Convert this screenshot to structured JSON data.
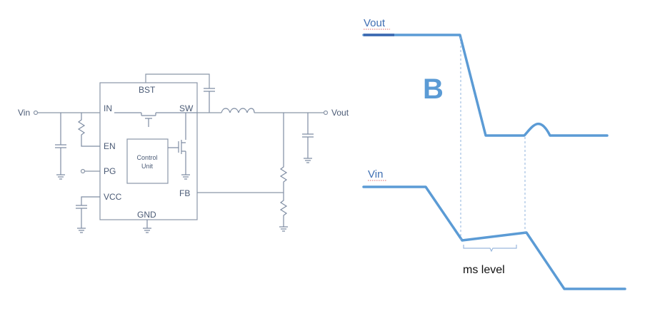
{
  "schematic": {
    "pins": {
      "bst": "BST",
      "in": "IN",
      "sw": "SW",
      "en": "EN",
      "pg": "PG",
      "vcc": "VCC",
      "fb": "FB",
      "gnd": "GND"
    },
    "control_unit": [
      "Control",
      "Unit"
    ],
    "vin": "Vin",
    "vout": "Vout"
  },
  "waveform": {
    "vout_label": "Vout",
    "vin_label": "Vin",
    "panel_letter": "B",
    "duration_label": "ms level",
    "colors": {
      "trace": "#5b9bd5",
      "schematic": "#8a96a8"
    }
  }
}
